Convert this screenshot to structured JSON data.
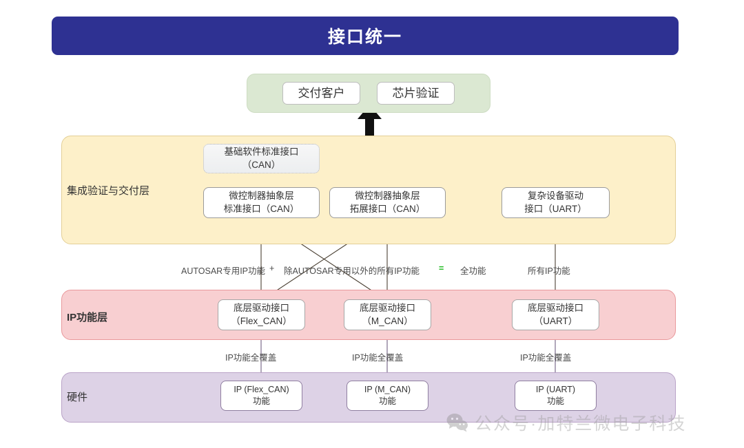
{
  "title": {
    "text": "接口统一"
  },
  "colors": {
    "title_bg": "#2e3192",
    "green_band": "#dbe8d2",
    "yellow_band": "#fdf0c9",
    "pink_band": "#f8cfd1",
    "purple_band": "#ddd2e6",
    "equals_green": "#17b817"
  },
  "top_outputs": {
    "items": [
      {
        "label": "交付客户"
      },
      {
        "label": "芯片验证"
      }
    ]
  },
  "layers": [
    {
      "id": "integration",
      "label": "集成验证与交付层",
      "bold": false,
      "nodes": [
        {
          "id": "bsw-can",
          "line1": "基础软件标准接口",
          "line2": "（CAN）"
        },
        {
          "id": "mcal-std-can",
          "line1": "微控制器抽象层",
          "line2": "标准接口（CAN）"
        },
        {
          "id": "mcal-ext-can",
          "line1": "微控制器抽象层",
          "line2": "拓展接口（CAN）"
        },
        {
          "id": "cdd-uart",
          "line1": "复杂设备驱动",
          "line2": "接口（UART）"
        }
      ]
    },
    {
      "id": "ip-function",
      "label": "IP功能层",
      "bold": true,
      "nodes": [
        {
          "id": "drv-flexcan",
          "line1": "底层驱动接口",
          "line2": "（Flex_CAN）"
        },
        {
          "id": "drv-mcan",
          "line1": "底层驱动接口",
          "line2": "（M_CAN）"
        },
        {
          "id": "drv-uart",
          "line1": "底层驱动接口",
          "line2": "（UART）"
        }
      ]
    },
    {
      "id": "hardware",
      "label": "硬件",
      "bold": false,
      "nodes": [
        {
          "id": "ip-flexcan",
          "line1": "IP (Flex_CAN)",
          "line2": "功能"
        },
        {
          "id": "ip-mcan",
          "line1": "IP (M_CAN)",
          "line2": "功能"
        },
        {
          "id": "ip-uart",
          "line1": "IP (UART)",
          "line2": "功能"
        }
      ]
    }
  ],
  "edge_labels": {
    "between_yellow_pink": [
      {
        "id": "autosar-only",
        "text": "AUTOSAR专用IP功能",
        "green": false
      },
      {
        "id": "plus-sign",
        "text": "+",
        "green": false
      },
      {
        "id": "non-autosar",
        "text": "除AUTOSAR专用以外的所有IP功能",
        "green": false
      },
      {
        "id": "equals-sign",
        "text": "=",
        "green": true
      },
      {
        "id": "full-function",
        "text": "全功能",
        "green": false
      },
      {
        "id": "all-ip-function",
        "text": "所有IP功能",
        "green": false
      }
    ],
    "between_pink_purple": [
      {
        "id": "cov-1",
        "text": "IP功能全覆盖"
      },
      {
        "id": "cov-2",
        "text": "IP功能全覆盖"
      },
      {
        "id": "cov-3",
        "text": "IP功能全覆盖"
      }
    ]
  },
  "watermark": {
    "text": "公众号·加特兰微电子科技",
    "icon": "wechat-icon"
  }
}
